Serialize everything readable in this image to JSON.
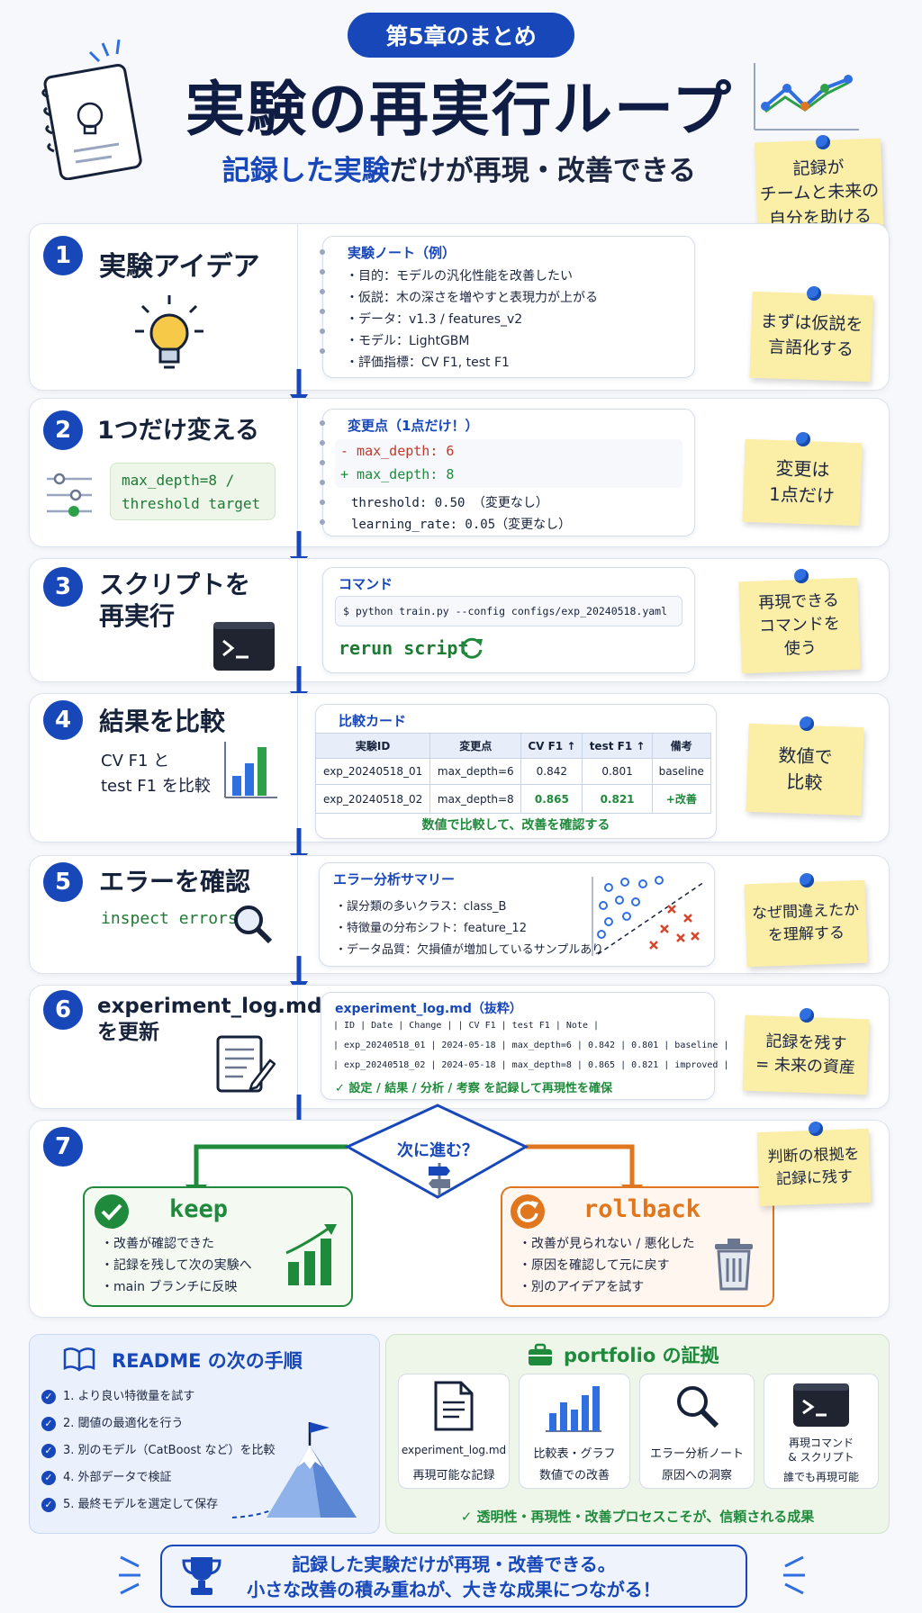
{
  "header": {
    "chapter": "第5章のまとめ",
    "title": "実験の再実行ループ",
    "subtitle_highlight": "記録した実験",
    "subtitle_rest": "だけが再現・改善できる"
  },
  "top_note": "記録が\nチームと未来の\n自分を助ける",
  "step1": {
    "num": "1",
    "title": "実験アイデア",
    "panel_title": "実験ノート（例）",
    "lines": [
      "・目的：モデルの汎化性能を改善したい",
      "・仮説：木の深さを増やすと表現力が上がる",
      "・データ：v1.3 / features_v2",
      "・モデル：LightGBM",
      "・評価指標：CV F1, test F1"
    ],
    "note": "まずは仮説を\n言語化する"
  },
  "step2": {
    "num": "2",
    "title": "1つだけ変える",
    "code": "max_depth=8 /\nthreshold target",
    "panel_title": "変更点（1点だけ！）",
    "minus": "- max_depth: 6",
    "plus": "+ max_depth: 8",
    "threshold": "threshold: 0.50 （変更なし）",
    "lr": "learning_rate: 0.05（変更なし）",
    "note": "変更は\n1点だけ"
  },
  "step3": {
    "num": "3",
    "title": "スクリプトを\n再実行",
    "panel_title": "コマンド",
    "command": "$ python train.py --config configs/exp_20240518.yaml",
    "rerun": "rerun script",
    "note": "再現できる\nコマンドを\n使う"
  },
  "step4": {
    "num": "4",
    "title": "結果を比較",
    "sub": "CV F1 と\ntest F1 を比較",
    "panel_title": "比較カード",
    "headers": [
      "実験ID",
      "変更点",
      "CV F1 ↑",
      "test F1 ↑",
      "備考"
    ],
    "rows": [
      [
        "exp_20240518_01",
        "max_depth=6",
        "0.842",
        "0.801",
        "baseline"
      ],
      [
        "exp_20240518_02",
        "max_depth=8",
        "0.865",
        "0.821",
        "+改善"
      ]
    ],
    "caption": "数値で比較して、改善を確認する",
    "note": "数値で\n比較"
  },
  "step5": {
    "num": "5",
    "title": "エラーを確認",
    "sub": "inspect errors",
    "panel_title": "エラー分析サマリー",
    "lines": [
      "・誤分類の多いクラス：class_B",
      "・特徴量の分布シフト：feature_12",
      "・データ品質：欠損値が増加しているサンプルあり"
    ],
    "note": "なぜ間違えたか\nを理解する"
  },
  "step6": {
    "num": "6",
    "title": "experiment_log.md\nを更新",
    "panel_title": "experiment_log.md（抜粋）",
    "log_lines": [
      "| ID | Date | Change | | CV F1 | test F1 | Note |",
      "| exp_20240518_01 | 2024-05-18 | max_depth=6 | 0.842 | 0.801 | baseline |",
      "| exp_20240518_02 | 2024-05-18 | max_depth=8 | 0.865 | 0.821 | improved |"
    ],
    "check": "設定 / 結果 / 分析 / 考察 を記録して再現性を確保",
    "note": "記録を残す\n= 未来の資産"
  },
  "step7": {
    "num": "7",
    "question": "次に進む？",
    "keep_title": "keep",
    "keep_items": [
      "・改善が確認できた",
      "・記録を残して次の実験へ",
      "・main ブランチに反映"
    ],
    "rollback_title": "rollback",
    "rollback_items": [
      "・改善が見られない / 悪化した",
      "・原因を確認して元に戻す",
      "・別のアイデアを試す"
    ],
    "note": "判断の根拠を\n記録に残す"
  },
  "readme": {
    "title": "README の次の手順",
    "items": [
      "1. より良い特徴量を試す",
      "2. 閾値の最適化を行う",
      "3. 別のモデル（CatBoost など）を比較",
      "4. 外部データで検証",
      "5. 最終モデルを選定して保存"
    ]
  },
  "portfolio": {
    "title": "portfolio の証拠",
    "cards": [
      {
        "l1": "experiment_log.md",
        "l2": "再現可能な記録"
      },
      {
        "l1": "比較表・グラフ",
        "l2": "数値での改善"
      },
      {
        "l1": "エラー分析ノート",
        "l2": "原因への洞察"
      },
      {
        "l1": "再現コマンド\n& スクリプト",
        "l2": "誰でも再現可能"
      }
    ],
    "footer": "透明性・再現性・改善プロセスこそが、信頼される成果"
  },
  "final": {
    "line1": "記録した実験だけが再現・改善できる。",
    "line2": "小さな改善の積み重ねが、大きな成果につながる！"
  },
  "colors": {
    "primary": "#1747b8",
    "green": "#1f8a3b",
    "orange": "#e0761e",
    "sticky": "#fbeea6",
    "red": "#c0392b"
  }
}
